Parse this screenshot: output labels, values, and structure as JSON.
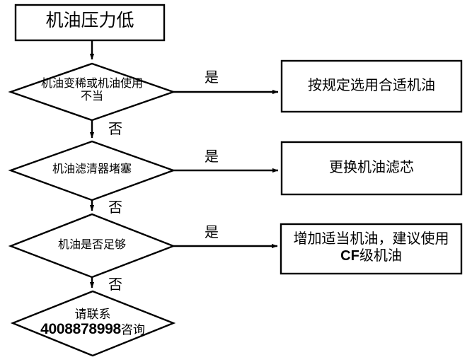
{
  "diagram": {
    "title_node": {
      "text": "机油压力低",
      "shape": "rectangle"
    },
    "decisions": [
      {
        "id": "decision-oil-thin",
        "line1": "机油变稀或机油使用",
        "line2": "不当",
        "yes_label": "是",
        "no_label": "否"
      },
      {
        "id": "decision-filter-clogged",
        "line1": "机油滤清器堵塞",
        "line2": "",
        "yes_label": "是",
        "no_label": "否"
      },
      {
        "id": "decision-oil-sufficient",
        "line1": "机油是否足够",
        "line2": "",
        "yes_label": "是",
        "no_label": "否"
      }
    ],
    "actions": [
      {
        "id": "action-select-proper-oil",
        "line1": "按规定选用合适机油",
        "line2": ""
      },
      {
        "id": "action-replace-filter",
        "line1": "更换机油滤芯",
        "line2": ""
      },
      {
        "id": "action-add-oil",
        "line1": "增加适当机油，建议使用",
        "line2_prefix": "CF",
        "line2_suffix": "级机油"
      }
    ],
    "terminal_node": {
      "id": "terminal-contact",
      "line1": "请联系",
      "phone": "4008878998",
      "line2_suffix": "咨询"
    },
    "colors": {
      "stroke": "#000000",
      "fill": "#ffffff",
      "text": "#000000"
    }
  }
}
